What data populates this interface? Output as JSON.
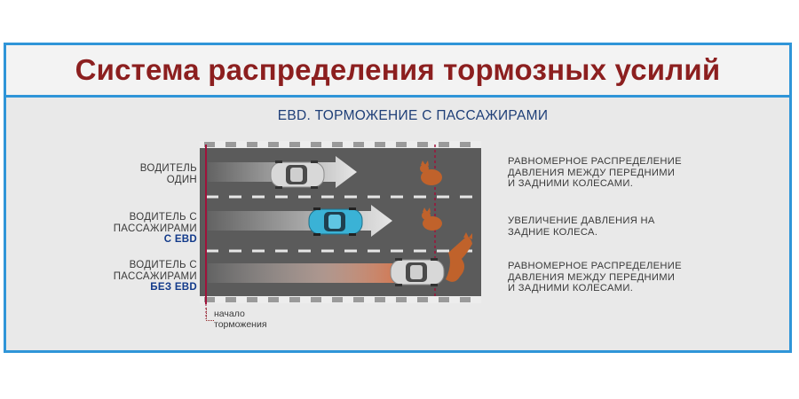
{
  "title": "Система распределения тормозных усилий",
  "subtitle": "EBD. ТОРМОЖЕНИЕ С ПАССАЖИРАМИ",
  "rows": [
    {
      "label_lines": [
        "ВОДИТЕЛЬ",
        "ОДИН"
      ],
      "tag": "",
      "car_color": "#d8d8d8",
      "note_lines": [
        "РАВНОМЕРНОЕ РАСПРЕДЕЛЕНИЕ",
        "ДАВЛЕНИЯ МЕЖДУ ПЕРЕДНИМИ",
        "И ЗАДНИМИ КОЛЕСАМИ."
      ]
    },
    {
      "label_lines": [
        "ВОДИТЕЛЬ С",
        "ПАССАЖИРАМИ"
      ],
      "tag": "С EBD",
      "car_color": "#3ab2d6",
      "note_lines": [
        "УВЕЛИЧЕНИЕ ДАВЛЕНИЯ НА",
        "ЗАДНИЕ КОЛЕСА."
      ]
    },
    {
      "label_lines": [
        "ВОДИТЕЛЬ С",
        "ПАССАЖИРАМИ"
      ],
      "tag": "БЕЗ EBD",
      "car_color": "#d8d8d8",
      "note_lines": [
        "РАВНОМЕРНОЕ РАСПРЕДЕЛЕНИЕ",
        "ДАВЛЕНИЯ МЕЖДУ ПЕРЕДНИМИ",
        "И ЗАДНИМИ КОЛЕСАМИ."
      ]
    }
  ],
  "braking_start_lines": [
    "начало",
    "торможения"
  ],
  "colors": {
    "title": "#8c1f1f",
    "frame_border": "#2f95d8",
    "subtitle": "#1f3f78",
    "road": "#5b5b5b",
    "braking_line": "#a0123a",
    "skid": "#c8552a"
  }
}
